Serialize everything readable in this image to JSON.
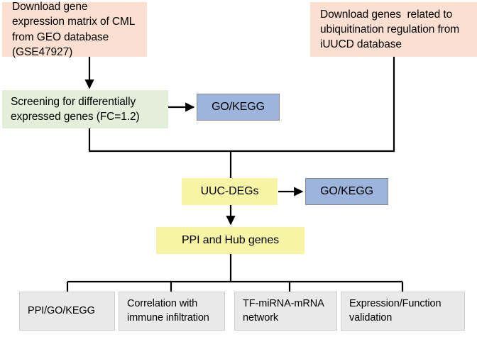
{
  "diagram": {
    "title": "Study workflow flowchart",
    "palette": {
      "source_box": "#FBE0D2",
      "screening_box": "#E3EFDA",
      "gokegg_box": "#9DB5DC",
      "result_box": "#F7F4A6",
      "output_box": "#E9E9E9",
      "connector": "#000000",
      "page_background": "#FFFFFF"
    },
    "nodes": {
      "geo_download": "Download gene expression matrix of CML from GEO database (GSE47927)",
      "iuucd_download": "Download genes  related to ubiquitination regulation from iUUCD database",
      "screening": "Screening for differentially expressed genes (FC=1.2)",
      "gokegg_1": "GO/KEGG",
      "uuc_degs": "UUC-DEGs",
      "gokegg_2": "GO/KEGG",
      "ppi_hub": "PPI and Hub genes",
      "output_1": "PPI/GO/KEGG",
      "output_2": "Correlation with immune infiltration",
      "output_3": "TF-miRNA-mRNA network",
      "output_4": "Expression/Function validation"
    },
    "edges": [
      {
        "name": "geo-to-screening",
        "from": "geo_download",
        "to": "screening",
        "kind": "arrow"
      },
      {
        "name": "screening-to-gokegg",
        "from": "screening",
        "to": "gokegg_1",
        "kind": "arrow"
      },
      {
        "name": "screening-to-merge",
        "from": "screening",
        "to": "uuc_degs",
        "kind": "elbow"
      },
      {
        "name": "iuucd-to-merge",
        "from": "iuucd_download",
        "to": "uuc_degs",
        "kind": "elbow"
      },
      {
        "name": "merge-to-uucdegs",
        "from": "merge",
        "to": "uuc_degs",
        "kind": "line"
      },
      {
        "name": "uucdegs-to-gokegg",
        "from": "uuc_degs",
        "to": "gokegg_2",
        "kind": "arrow"
      },
      {
        "name": "uucdegs-to-ppihub",
        "from": "uuc_degs",
        "to": "ppi_hub",
        "kind": "arrow"
      },
      {
        "name": "ppihub-to-outputs",
        "from": "ppi_hub",
        "to": "outputs",
        "kind": "fanout"
      }
    ]
  }
}
